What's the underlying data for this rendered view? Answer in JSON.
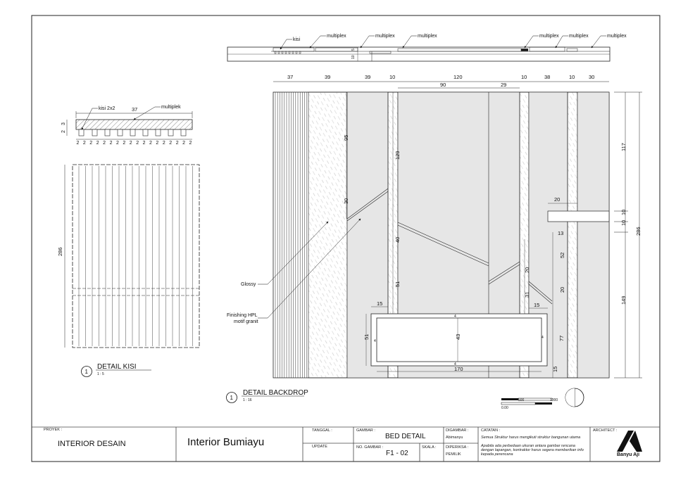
{
  "drawing": {
    "top_strip_notes": [
      "kisi",
      "multiplex",
      "multiplex",
      "multiplex",
      "multiplex",
      "multiplex",
      "multiplex"
    ],
    "top_strip_dims": [
      "10",
      "5"
    ],
    "kisi_section": {
      "labels": [
        "kisi 2x2",
        "multiplek"
      ],
      "width_dim": "37",
      "side_dims": [
        "2",
        "3"
      ],
      "bottom_dims": [
        "2",
        "2",
        "2",
        "2",
        "2",
        "2",
        "2",
        "2",
        "2",
        "2",
        "2",
        "2",
        "2",
        "2",
        "2",
        "2",
        "2",
        "2"
      ]
    },
    "kisi_elevation": {
      "height_dim": "286"
    },
    "backdrop_top_dims": [
      "37",
      "39",
      "39",
      "10",
      "120",
      "10",
      "38",
      "10",
      "30"
    ],
    "backdrop_sub_dims": [
      "90",
      "29"
    ],
    "backdrop_inner_dims": [
      "95",
      "30",
      "129",
      "40",
      "51",
      "15",
      "51",
      "4",
      "43",
      "4",
      "4",
      "4",
      "170",
      "20",
      "13",
      "52",
      "20",
      "20",
      "31",
      "15",
      "77",
      "15"
    ],
    "backdrop_right_dims": [
      "117",
      "10",
      "10",
      "286",
      "149"
    ],
    "material_notes": [
      "Glossy",
      "Finishing HPL",
      "motif granit"
    ],
    "titles": [
      {
        "number": "1",
        "name": "DETAIL KISI",
        "scale": "1 : 5"
      },
      {
        "number": "1",
        "name": "DETAIL BACKDROP",
        "scale": "1 : 16"
      }
    ],
    "scale_bar": [
      "0.00",
      "500",
      "1000"
    ]
  },
  "title_block": {
    "proyek_label": "PROYEK :",
    "proyek_value": "INTERIOR DESAIN",
    "client": "Interior Bumiayu",
    "tanggal_label": "TANGGAL :",
    "update_label": "UPDATE",
    "gambar_label": "GAMBAR :",
    "gambar_value": "BED DETAIL",
    "no_gambar_label": "NO. GAMBAR :",
    "no_gambar_value": "F1 - 02",
    "skala_label": "SKALA :",
    "digambar_label": "DIGAMBAR :",
    "digambar_value": "Abimanyu",
    "diperiksa_label": "DIPERIKSA :",
    "pemilik_label": "PEMILIK",
    "catatan_label": "CATATAN :",
    "catatan_1": "Semua Struktur harus mengikuti struktur bangunan utama",
    "catatan_2": "Apabila ada perbedaan ukuran antara gambar rencana dengan lapangan, kontraktor harus segera memberikan info kepada perencana",
    "architect_label": "ARCHITECT :",
    "architect_name": "Banyu Aji"
  }
}
